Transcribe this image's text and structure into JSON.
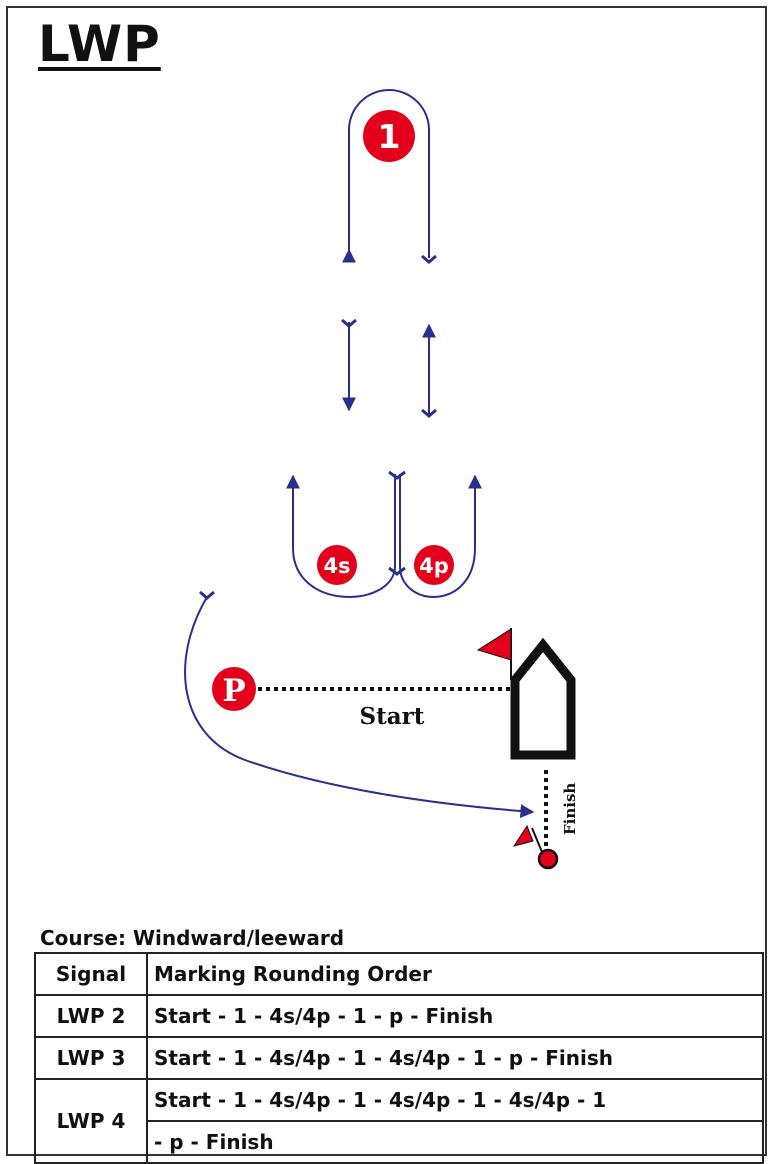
{
  "title": "LWP",
  "diagram": {
    "marks": {
      "windward": "1",
      "gate_starboard": "4s",
      "gate_port": "4p",
      "pin": "P"
    },
    "start_label": "Start",
    "finish_label": "Finish"
  },
  "course_label": "Course: Windward/leeward",
  "table": {
    "headers": [
      "Signal",
      "Marking Rounding Order"
    ],
    "rows": [
      {
        "signal": "LWP 2",
        "order": "Start - 1 - 4s/4p - 1 - p - Finish"
      },
      {
        "signal": "LWP 3",
        "order": "Start - 1 - 4s/4p - 1 - 4s/4p - 1 - p - Finish"
      },
      {
        "signal": "LWP 4",
        "order": "Start - 1 - 4s/4p - 1 - 4s/4p - 1 - 4s/4p - 1",
        "order_cont": "- p - Finish"
      }
    ]
  },
  "colors": {
    "mark_red": "#e3001b",
    "course_line": "#2b2f8c",
    "text": "#111111"
  }
}
